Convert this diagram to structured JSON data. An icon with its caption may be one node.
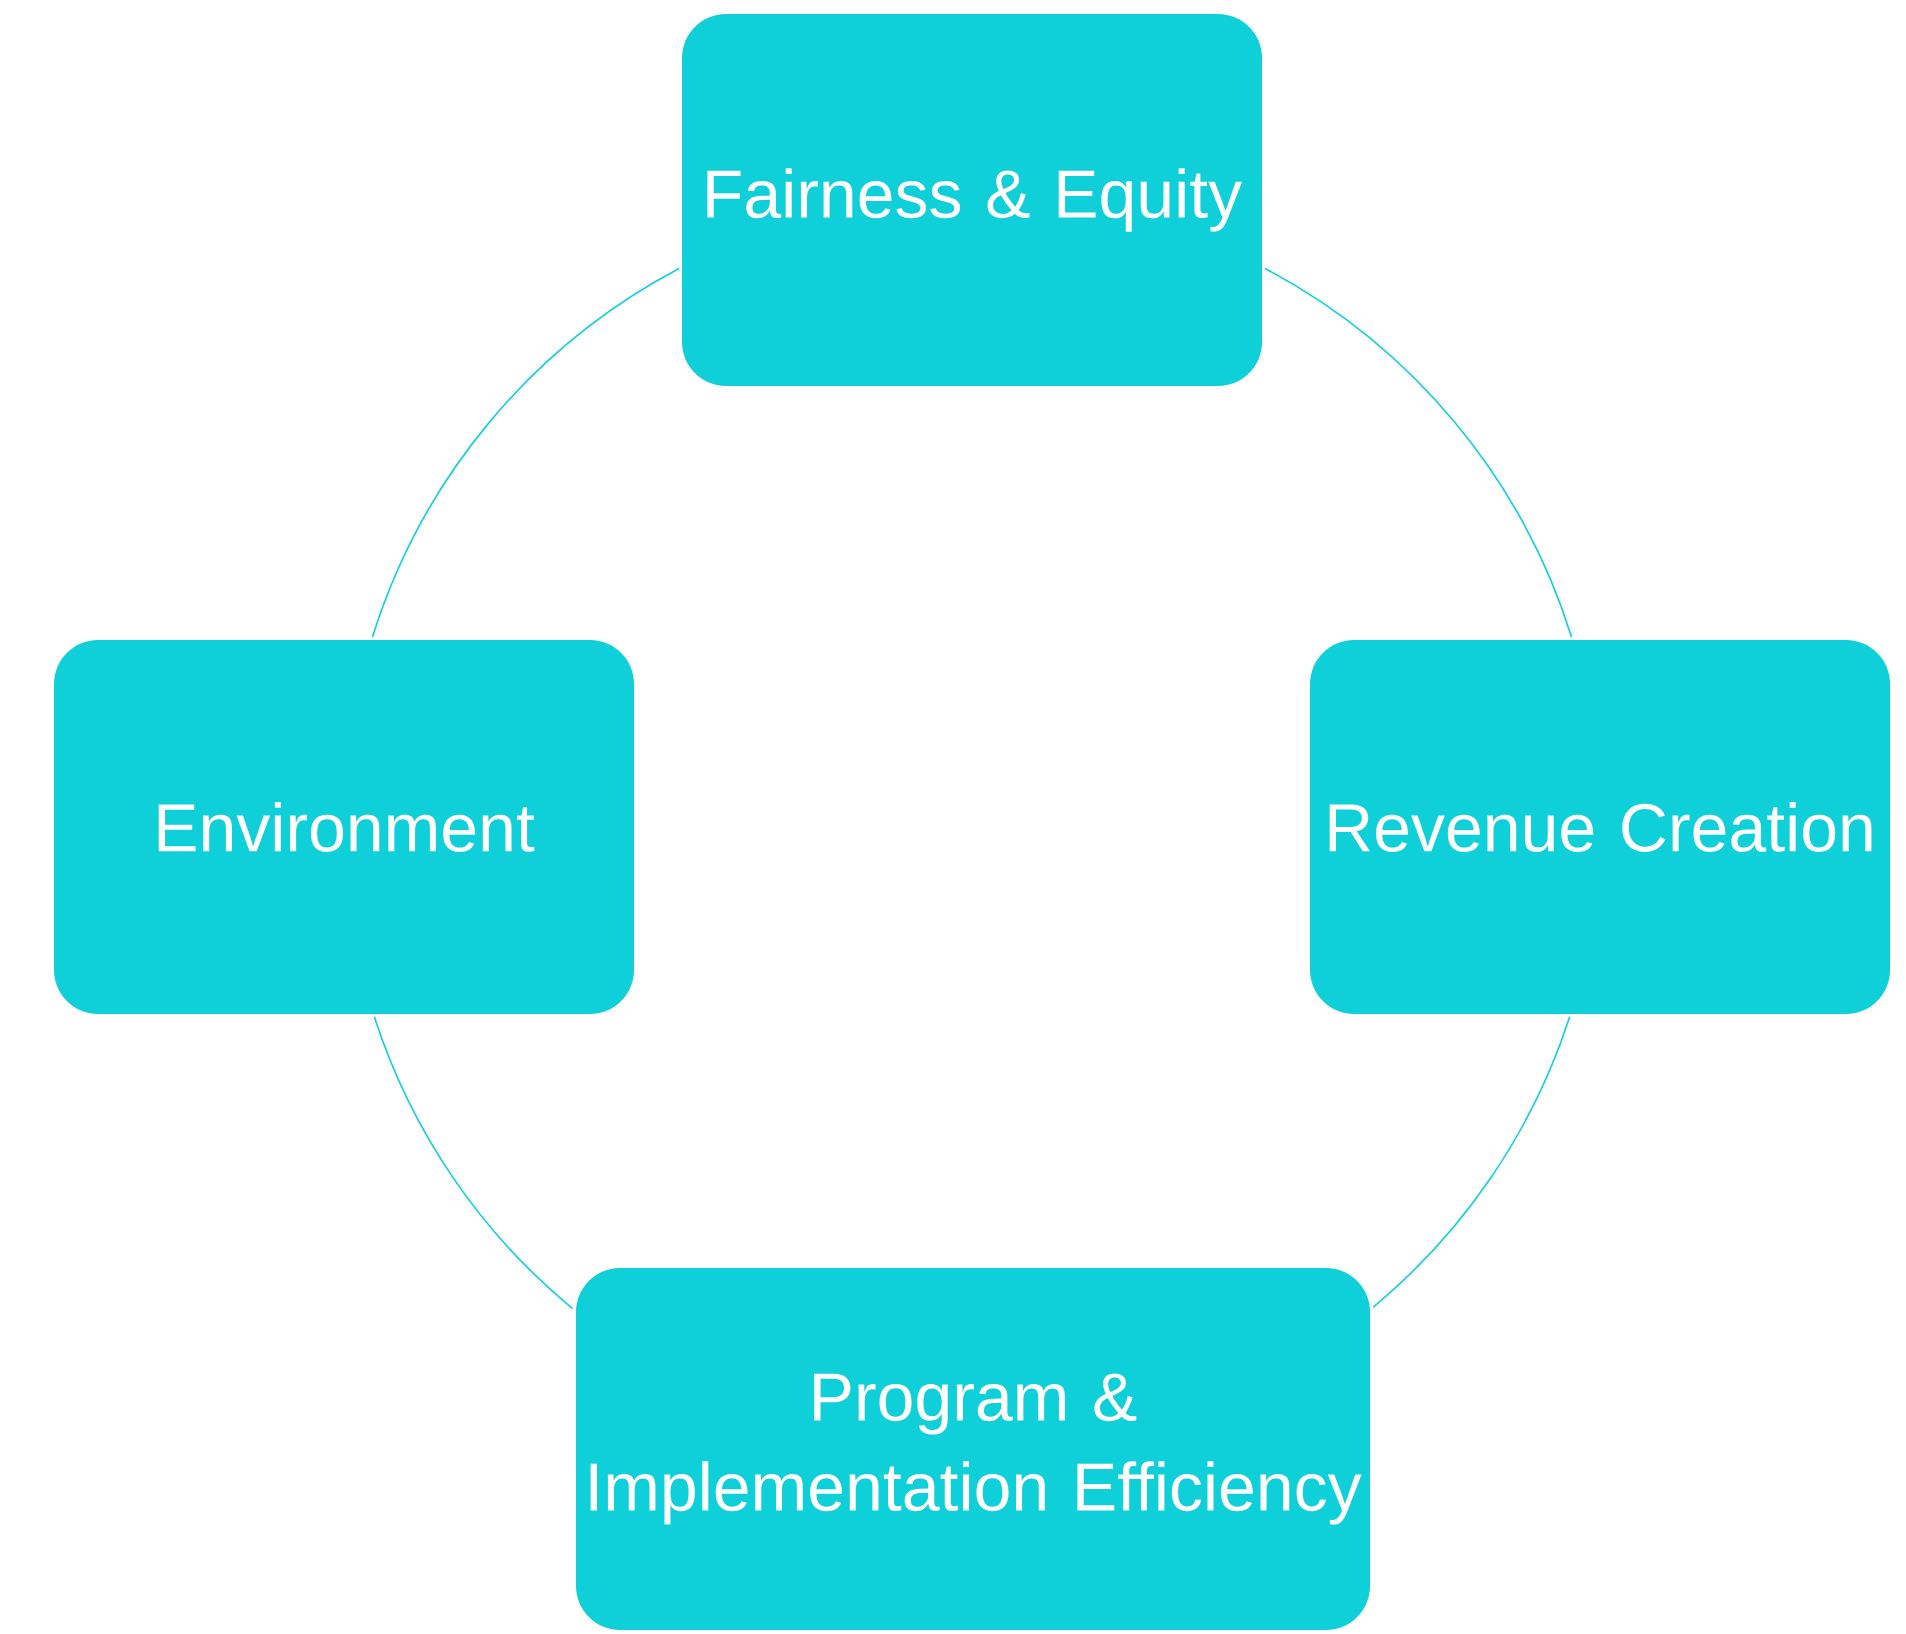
{
  "diagram": {
    "nodes": [
      {
        "text": [
          "Fairness & Equity"
        ]
      },
      {
        "text": [
          "Environment"
        ]
      },
      {
        "text": [
          "Revenue Creation"
        ]
      },
      {
        "text": [
          "Program & Implementation Efficiency"
        ]
      }
    ],
    "edges": [
      {
        "from": 0,
        "to": 2,
        "arrow": "none"
      },
      {
        "from": 2,
        "to": 3,
        "arrow": "none"
      },
      {
        "from": 3,
        "to": 1,
        "arrow": "none"
      },
      {
        "from": 1,
        "to": 0,
        "arrow": "none"
      }
    ]
  }
}
